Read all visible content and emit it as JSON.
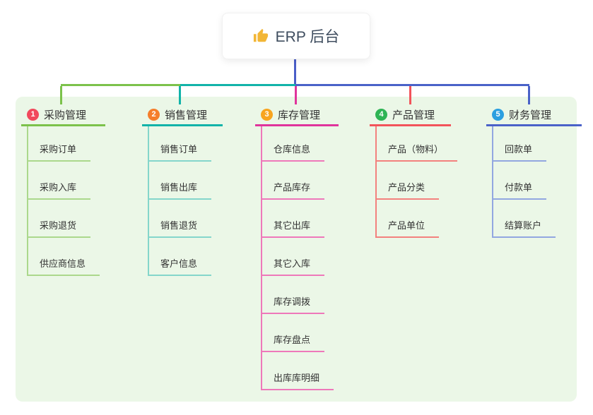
{
  "root": {
    "label": "ERP 后台",
    "icon": "thumbs-up-icon",
    "icon_color": "#f2b636",
    "connector_color": "#4a5ec8"
  },
  "panel_color": "#ebf7e7",
  "branches": [
    {
      "num": "1",
      "label": "采购管理",
      "badge_color": "#f1495c",
      "line_color": "#7cc24b",
      "child_line_color": "#abd88c",
      "children": [
        "采购订单",
        "采购入库",
        "采购退货",
        "供应商信息"
      ]
    },
    {
      "num": "2",
      "label": "销售管理",
      "badge_color": "#f57e2b",
      "line_color": "#12b3a9",
      "child_line_color": "#84d6cb",
      "children": [
        "销售订单",
        "销售出库",
        "销售退货",
        "客户信息"
      ]
    },
    {
      "num": "3",
      "label": "库存管理",
      "badge_color": "#f8a41f",
      "line_color": "#e0349c",
      "child_line_color": "#ee78ba",
      "children": [
        "仓库信息",
        "产品库存",
        "其它出库",
        "其它入库",
        "库存调拨",
        "库存盘点",
        "出库库明细"
      ]
    },
    {
      "num": "4",
      "label": "产品管理",
      "badge_color": "#2eb454",
      "line_color": "#f2545b",
      "child_line_color": "#f3817e",
      "children": [
        "产品（物料）",
        "产品分类",
        "产品单位"
      ]
    },
    {
      "num": "5",
      "label": "财务管理",
      "badge_color": "#2b9fe0",
      "line_color": "#4a62c8",
      "child_line_color": "#92a7e0",
      "children": [
        "回款单",
        "付款单",
        "结算账户"
      ]
    }
  ]
}
